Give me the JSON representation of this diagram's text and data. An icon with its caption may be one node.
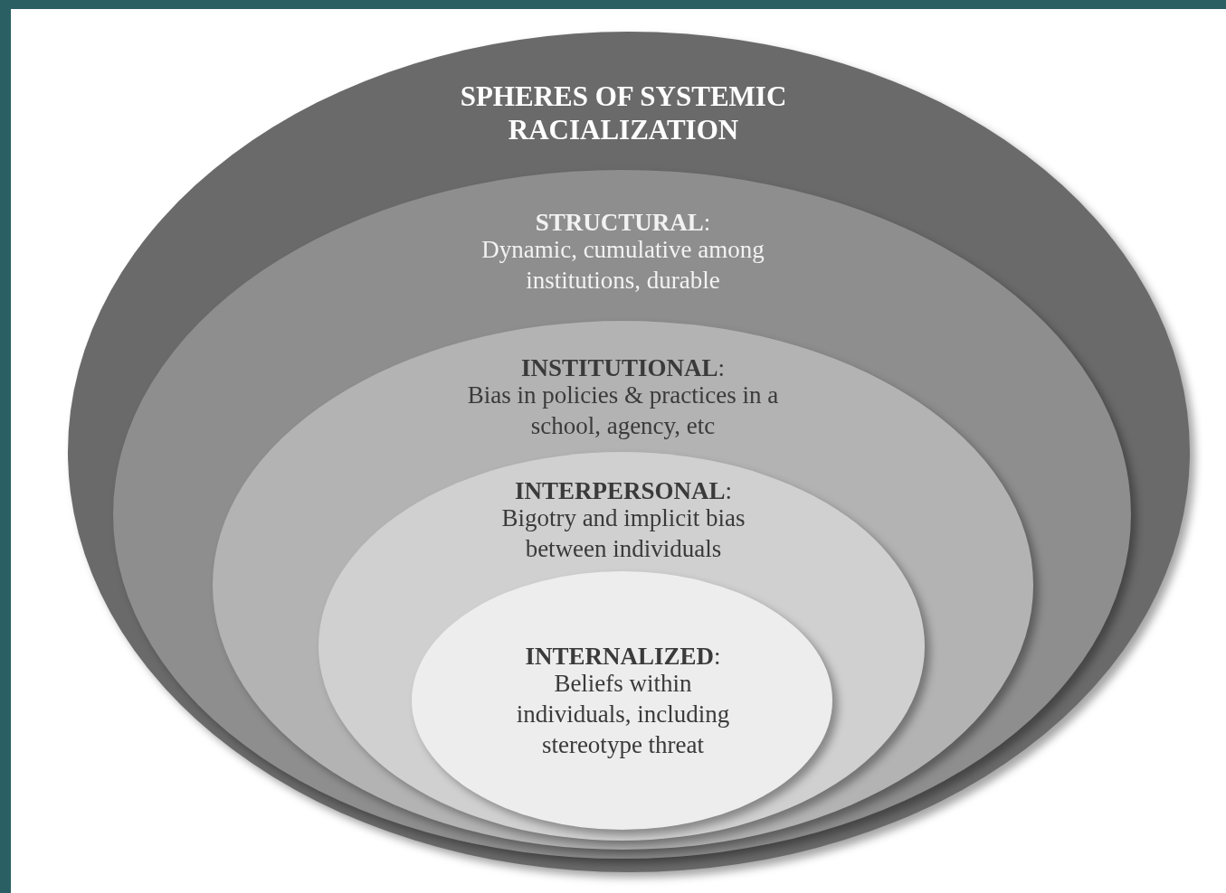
{
  "diagram": {
    "nodes": [
      {
        "text": [
          "SPHERES OF SYSTEMIC RACIALIZATION"
        ]
      },
      {
        "text": [
          "**STRUCTURAL**:",
          "Dynamic, cumulative among institutions, durable"
        ],
        "in": 0
      },
      {
        "text": [
          "**INSTITUTIONAL**:",
          "Bias in policies & practices in a school, agency, etc"
        ],
        "in": 1
      },
      {
        "text": [
          "**INTERPERSONAL**:",
          "Bigotry and implicit bias between individuals"
        ],
        "in": 2
      },
      {
        "text": [
          "**INTERNALIZED**:",
          "Beliefs within individuals, including stereotype threat"
        ],
        "in": 3
      }
    ]
  }
}
